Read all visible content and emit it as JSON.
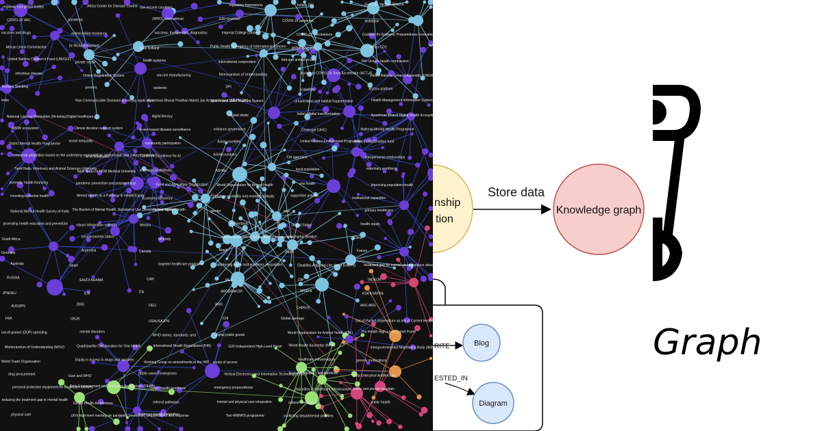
{
  "graph": {
    "labels": [
      "regional, and global bodies",
      "Africa Center for Disease Control",
      "low-income countries",
      "regulatory frameworks",
      "India's DPI",
      "Gavi, the Vaccine Alliance",
      "COVID-19 VAC",
      "pandemic",
      "(WHO), international",
      "G20 countries",
      "COVID-19 pandemic",
      "lockdown",
      "vaccines and drugs",
      "antimicrobial resistance",
      "vaccines, therapeutics, diagnostics",
      "Imperial College London",
      "COVID-19 vaccinations",
      "Coalition for Epidemic Preparedness Innovations (CEPI)",
      "African Union Commission",
      "Dr Richard Hatchett",
      "Kate Kelland",
      "Public Health Emergency of International Concern",
      "global economy",
      "Africa CDC",
      "United Nations Children's Fund (UNICEF)",
      "private sector",
      "health systems",
      "international cooperation",
      "bird and animal viruses",
      "The Union's health commission",
      "infectious disease",
      "Online Registration System",
      "vaccine manufacturing",
      "Memorandum of Understanding",
      "Access to COVID-19 Tools Accelerator (ACT-A)",
      "United Nations General Assembly (UNGA)",
      "Barbara Stocking",
      "prevent",
      "epidemic",
      "DPI",
      "scalability",
      "MyGov platform",
      "India",
      "Non-Communicable Diseases screening application",
      "Ayushman Bharat Pradhan Mantri Jan Arogya Yojana (AB-PMJAY)",
      "Mother and Child Tracking System",
      "Urbanisation and habitat fragmentation",
      "Health Management Information Systems",
      "National Leprosy Elimination (Ni-kshay)",
      "Digital healthcare",
      "digital literacy",
      "digital divide",
      "India's digital transformation",
      "Ayushman Bharat Digital Health Ecosystem",
      "ABDM ecosystem",
      "Clinical decision support system",
      "Event-based disease surveillance",
      "enhance governance",
      "Coverage (UHC)",
      "National Mental Health Programme",
      "District Mental Health Programme",
      "social inequality",
      "community participation",
      "Asian countries",
      "United Nations Environment Programme",
      "Africa's US$10-billion fund",
      "contextual adaptation based on the underlying sociopolitical, institutional, and cultural contexts",
      "AI in healthcare",
      "Centre of Excellence for AI",
      "ASHA numbers",
      "OH approach",
      "interpersonal relationships",
      "Tamil Nadu Veterinary and Animal Sciences University",
      "Tamil Nadu Dr MGR Medical University",
      "academic institutions",
      "ADHAs",
      "local population",
      "veterinary workforce",
      "domestic health financing",
      "pandemic prevention and preparedness",
      "Food and Agriculture Organization",
      "World Organisation for Animal Health",
      "one health",
      "Improving population health",
      "investing in mental health",
      "Mental Health as a Pathway to Health Equity",
      "Economic efficiency",
      "Premature morbidity and mortality globally",
      "supportive policies",
      "institutional capacities",
      "National Mental Health Survey of India",
      "The Burden of Mental Health, Substance Use Disorders and Mental Health",
      "Human rights",
      "gender",
      "race",
      "primary healthcare",
      "promoting health education and prevention",
      "robust information systems",
      "Mexico",
      "Netherlands",
      "United States",
      "health equity",
      "South Africa",
      "socioeconomic status",
      "ethnicity",
      "improving access to quality healthcare services",
      "geographic location",
      "China",
      "Germany",
      "Argentina",
      "Canada",
      "Brazil",
      "Japan",
      "France",
      "Australia",
      "Spain",
      "targeted healthcare programs",
      "addressing social and economic inequalities",
      "Disability-Adjusted-Life-Years (DALYs)",
      "treatment gap for mental and substance abuse disorders",
      "RUSSIA",
      "SAUDI ARABIA",
      "CAN",
      "MEX",
      "ZAF",
      "INDKOR",
      "JPNDEU",
      "IDN",
      "ITA",
      "ARGBRAKOR",
      "SPNITA",
      "KSA KSAFRA",
      "AUSSPN",
      "2003",
      "DEU",
      "ARG",
      "CHIRUS",
      "ARG ARG",
      "FRA",
      "UKUK",
      "USAUSAJPN",
      "CHI",
      "Global average",
      "Out-of-Pocket Expenditure as a% of Current Health Expenditure",
      "out-of-pocket (OOP) spending",
      "mental disorders",
      "WHO norms, standards, and",
      "digital public goods",
      "World Organisation for Animal Health (OIE)",
      "The Health High-Level Expert Panel",
      "Memorandum of Understanding (MOU)",
      "Quadripartite Collaboration for One Health",
      "International Health Regulations (IHR)",
      "G20 Independent High-Level Panel",
      "World Health Assembly (WHA)",
      "Intergovernmental Negotiating Body (INB)",
      "World Trade Organization",
      "Equity in access to drugs and vaccines",
      "Working Group on amendments to the IHR",
      "equity of access",
      "healthcare infrastructure",
      "generic medications",
      "drug procurement",
      "Gavi and WHO",
      "public-owned enterprises",
      "Vertical Electronics and Information Technology (VEIT)",
      "In-country delivery requirements",
      "Data Enterprise Architecture",
      "personal protective equipment for healthcare workers",
      "Data Empowerment and Protection Architecture (DEPA)",
      "public health workforce",
      "emergency preparedness",
      "disparities in healthcare infrastructure",
      "public and private hospitals",
      "reducing the treatment gap in mental health",
      "Global Health Architecture",
      "referral pathways",
      "mental and physical care integration",
      "cultural competence",
      "public health",
      "physical care",
      "UN's high-level meeting on pandemic prevention, preparedness and response",
      "evidence-based integration",
      "Two-MNNHS programme",
      "conflicting departmental priorities"
    ]
  },
  "flow": {
    "left_node_line1": "nship",
    "left_node_line2": "tion",
    "edge_label": "Store data",
    "target_node": "Knowledge graph",
    "rel_write": "RITE",
    "rel_interested": "ESTED_IN",
    "node_blog": "Blog",
    "node_diagram": "Diagram"
  },
  "logo": {
    "wordmark": "Graph"
  },
  "colors": {
    "graph_bg": "#111111",
    "edge_blue": "#3b4bd8",
    "edge_cyan": "#8fd0e8",
    "node_purple": "#6a3fd8",
    "node_cyan": "#7ec3e0",
    "node_orange": "#e0964a",
    "node_green": "#9ce07a",
    "node_pink": "#d4457a",
    "flow_yellow_fill": "#fff2cc",
    "flow_yellow_stroke": "#d6b656",
    "flow_red_fill": "#f8cecc",
    "flow_red_stroke": "#b85450",
    "flow_blue_fill": "#dae8fc",
    "flow_blue_stroke": "#6c8ebf"
  }
}
